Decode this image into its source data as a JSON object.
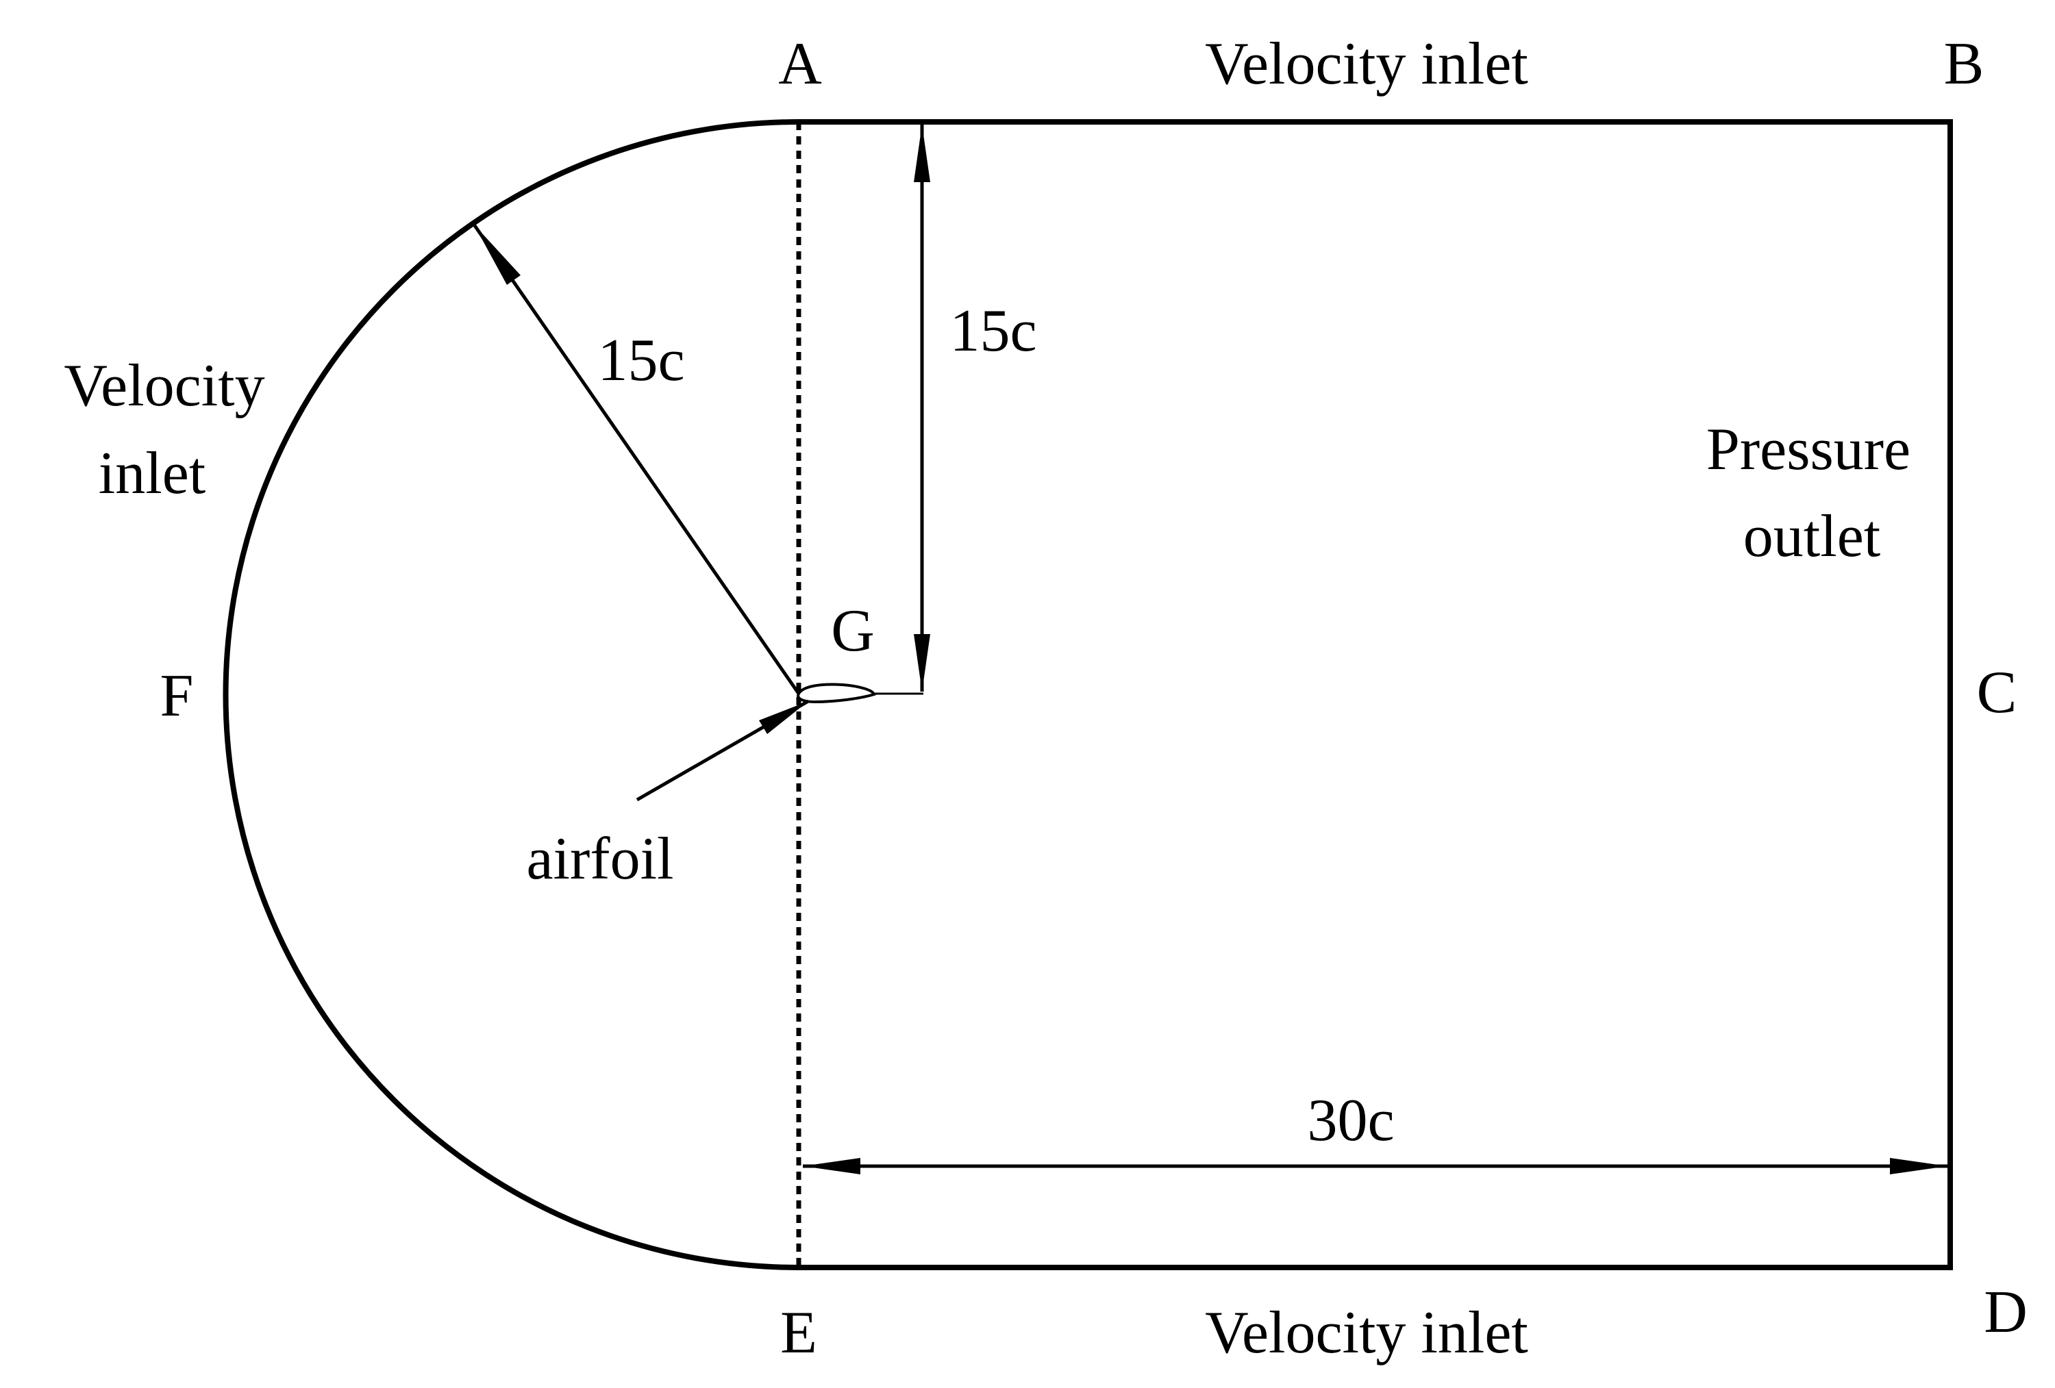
{
  "points": {
    "a": "A",
    "b": "B",
    "c": "C",
    "d": "D",
    "e": "E",
    "f": "F",
    "g": "G"
  },
  "boundaries": {
    "top": "Velocity inlet",
    "bottom": "Velocity inlet",
    "arc_line1": "Velocity",
    "arc_line2": "inlet",
    "outlet_line1": "Pressure",
    "outlet_line2": "outlet"
  },
  "dimensions": {
    "radius": "15c",
    "half_height": "15c",
    "length": "30c"
  },
  "annotations": {
    "airfoil": "airfoil"
  },
  "colors": {
    "ink": "#000000",
    "background": "#ffffff"
  }
}
